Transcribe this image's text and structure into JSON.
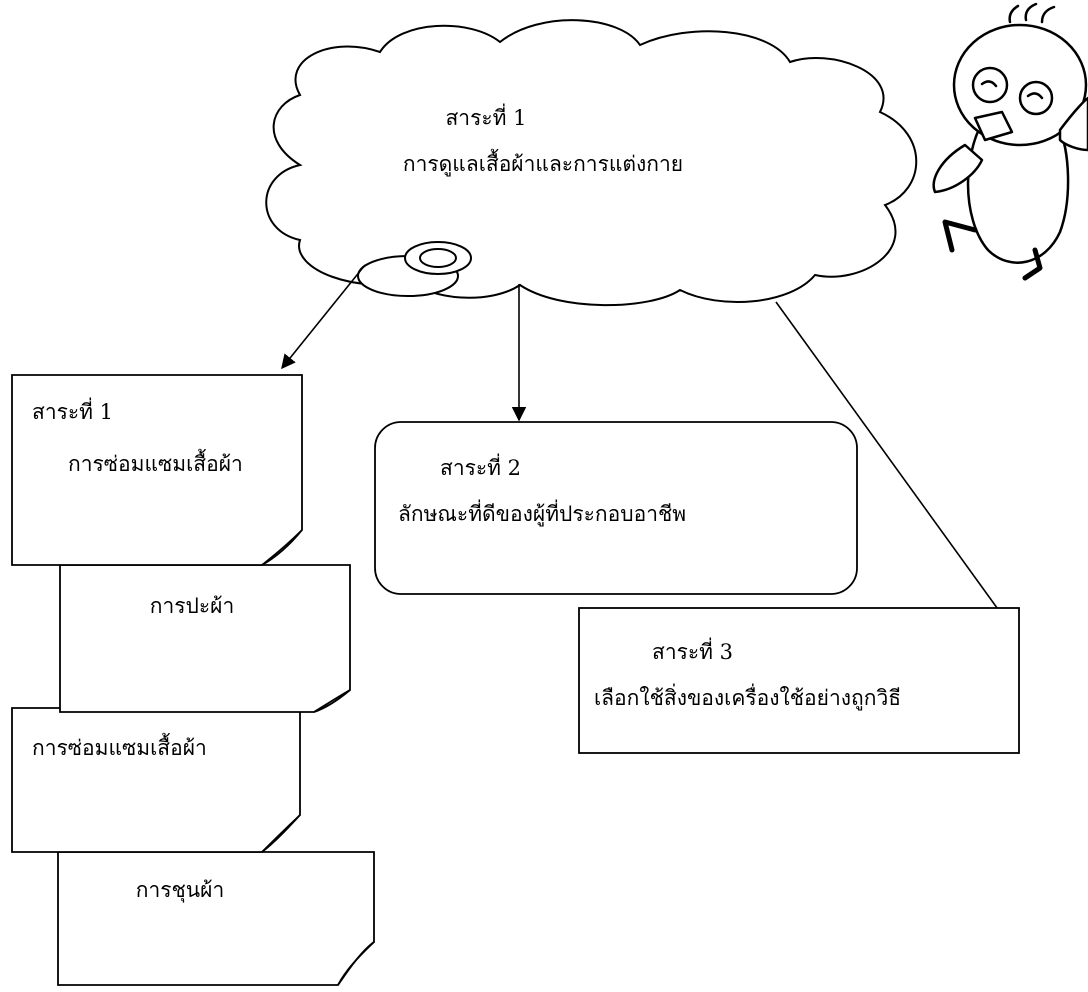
{
  "cloud": {
    "heading": "สาระที่ 1",
    "subtitle": "การดูแลเสื้อผ้าและการแต่งกาย"
  },
  "note_stack": [
    {
      "heading": "สาระที่ 1",
      "label": "การซ่อมแซมเสื้อผ้า"
    },
    {
      "label": "การปะผ้า"
    },
    {
      "label": "การซ่อมแซมเสื้อผ้า"
    },
    {
      "label": "การชุนผ้า"
    }
  ],
  "topic_2": {
    "heading": "สาระที่ 2",
    "label": "ลักษณะที่ดีของผู้ที่ประกอบอาชีพ"
  },
  "topic_3": {
    "heading": "สาระที่ 3",
    "label": "เลือกใช้สิ่งของเครื่องใช้อย่างถูกวิธี"
  },
  "colors": {
    "line": "#000000",
    "background": "#ffffff"
  },
  "icons": [
    "bird-mascot-icon",
    "thought-cloud-icon"
  ]
}
